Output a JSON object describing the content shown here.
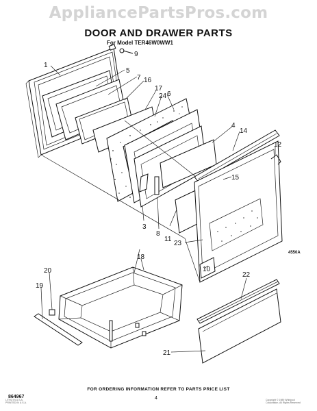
{
  "watermark": "AppliancePartsPros.com",
  "title": "DOOR AND DRAWER PARTS",
  "subtitle": "For Model TER46W0WW1",
  "footer_note": "FOR ORDERING INFORMATION REFER TO PARTS PRICE LIST",
  "page_number": "4",
  "part_number": "864967",
  "diagram_code": "4550A",
  "fine_print_left": [
    "LITHO IN U.S.A.",
    "PRINTED IN U.S.A."
  ],
  "fine_print_right": [
    "Copyright © 1989 Whirlpool",
    "Corporation. All Rights Reserved"
  ],
  "callouts": {
    "c1": "1",
    "c9": "9",
    "c5": "5",
    "c7": "7",
    "c16": "16",
    "c17": "17",
    "c24": "24",
    "c6": "6",
    "c4": "4",
    "c14": "14",
    "c12": "12",
    "c15": "15",
    "c3": "3",
    "c8": "8",
    "c11": "11",
    "c23": "23",
    "c10": "10",
    "c18": "18",
    "c20": "20",
    "c19": "19",
    "c22": "22",
    "c21": "21"
  }
}
